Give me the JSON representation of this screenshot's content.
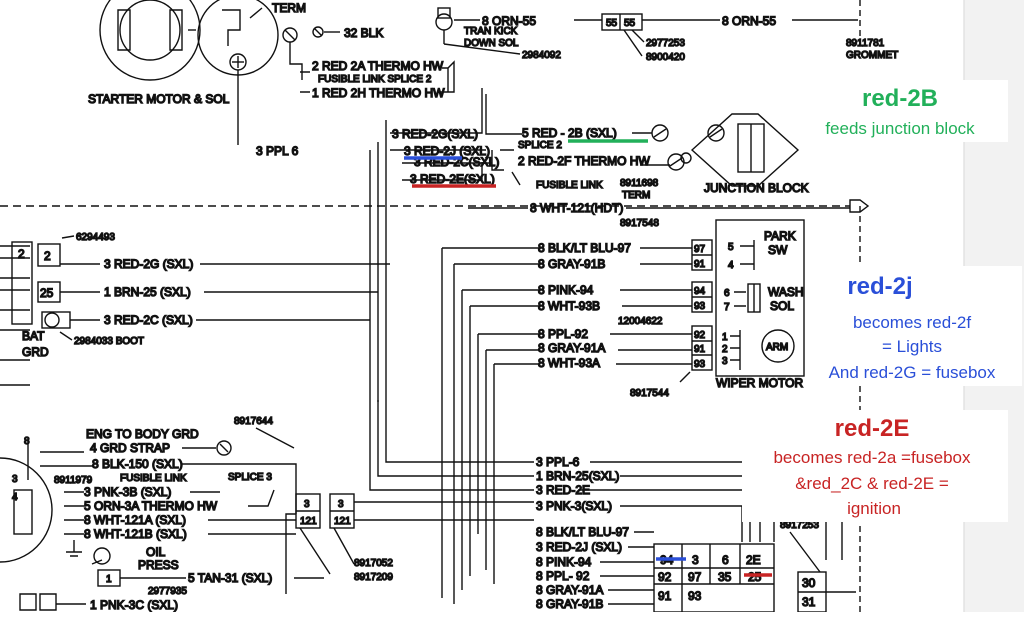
{
  "colors": {
    "green": "#22b05a",
    "blue": "#2a4fd8",
    "red": "#c82424",
    "ink": "#111111",
    "margin": "#f2f2f2"
  },
  "components": {
    "starter": "STARTER MOTOR & SOL",
    "term": "TERM",
    "tran_kick": "TRAN KICK",
    "down_sol": "DOWN SOL",
    "grommet_num": "8911781",
    "grommet": "GROMMET",
    "junction_block": "JUNCTION BLOCK",
    "term_num": "8911698",
    "term2": "TERM",
    "wiper_motor": "WIPER MOTOR",
    "park": "PARK",
    "sw": "SW",
    "wash": "WASH",
    "sol": "SOL",
    "arm": "ARM",
    "bat": "BAT",
    "grd": "GRD",
    "eng_to_body": "ENG TO BODY GRD",
    "oil": "OIL",
    "press": "PRESS",
    "splice2": "SPLICE 2",
    "splice3": "SPLICE 3",
    "fusible_link": "FUSIBLE LINK",
    "fusible_link_splice2": "FUSIBLE LINK SPLICE 2"
  },
  "part_numbers": [
    "2984092",
    "2977253",
    "8900420",
    "6294493",
    "2984033 BOOT",
    "8917548",
    "12004622",
    "8917544",
    "8917644",
    "8911979",
    "8917052",
    "8917209",
    "2977935",
    "8917253"
  ],
  "wires": {
    "top": [
      "32 BLK",
      "8 ORN-55",
      "8 ORN-55"
    ],
    "thermo": [
      "2 RED 2A THERMO HW",
      "1 RED 2H THERMO HW"
    ],
    "left": [
      "3 PPL 6",
      "3 RED-2G (SXL)",
      "1 BRN-25 (SXL)",
      "3 RED-2C (SXL)"
    ],
    "center": [
      "3 RED-2G(SXL)",
      "3 RED-2J (SXL)",
      "3 RED-2C(SXL)",
      "3 RED-2E(SXL)",
      "5 RED - 2B (SXL)",
      "2 RED-2F THERMO HW",
      "8 WHT-121(HDT)"
    ],
    "wiper": [
      "8 BLK/LT BLU-97",
      "8 GRAY-91B",
      "8 PINK-94",
      "8 WHT-93B",
      "8 PPL-92",
      "8 GRAY-91A",
      "8 WHT-93A"
    ],
    "eng": [
      "4 GRD STRAP",
      "8 BLK-150 (SXL)",
      "3 PNK-3B (SXL)",
      "5 ORN-3A THERMO HW",
      "8 WHT-121A (SXL)",
      "8 WHT-121B (SXL)",
      "5 TAN-31 (SXL)",
      "1 PNK-3C (SXL)"
    ],
    "bottom": [
      "3 PPL-6",
      "1 BRN-25(SXL)",
      "3 RED-2E",
      "3 PNK-3(SXL)",
      "8 BLK/LT BLU-97",
      "3 RED-2J (SXL)",
      "8 PINK-94",
      "8 PPL- 92",
      "8 GRAY-91A",
      "8 GRAY-91B"
    ]
  },
  "connector_bottom": {
    "top_row": [
      "94",
      "3",
      "6",
      "2E"
    ],
    "mid_row": [
      "92",
      "97",
      "35",
      "25"
    ],
    "bot_row": [
      "91",
      "93"
    ],
    "right": [
      "30",
      "31"
    ]
  },
  "connector_wiper_codes": [
    "97",
    "91",
    "94",
    "93",
    "92",
    "91",
    "93"
  ],
  "connector_left": [
    "2",
    "2",
    "25"
  ],
  "connector_mid": [
    "3",
    "3",
    "121",
    "121"
  ],
  "annotations": [
    {
      "title": "red-2B",
      "lines": [
        "feeds junction block"
      ]
    },
    {
      "title": "red-2j",
      "lines": [
        "becomes red-2f",
        "= Lights",
        "And red-2G = fusebox"
      ]
    },
    {
      "title": "red-2E",
      "lines": [
        "becomes red-2a =fusebox",
        "&red_2C & red-2E =",
        "ignition"
      ]
    }
  ]
}
